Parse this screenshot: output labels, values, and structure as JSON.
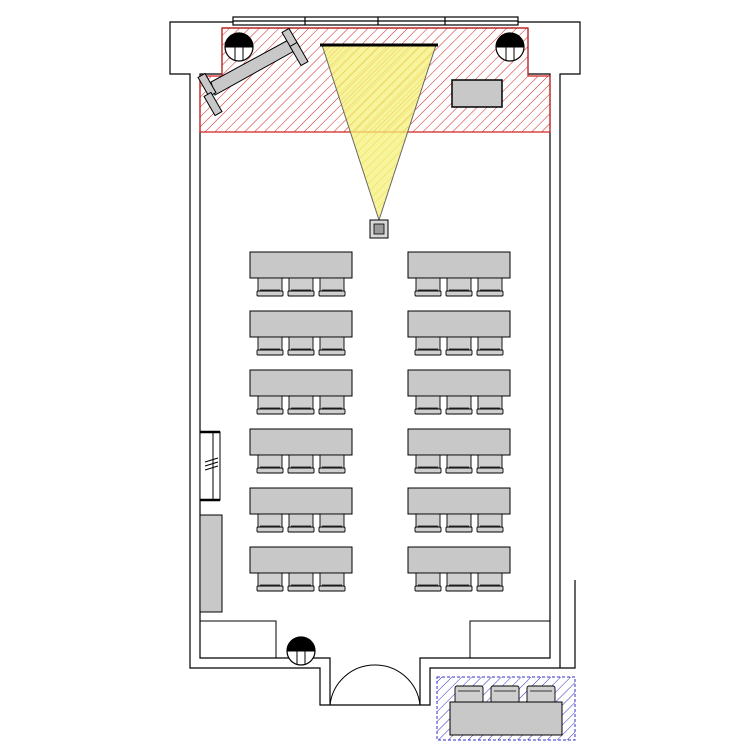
{
  "title": "",
  "colors": {
    "background": "#ffffff",
    "wall": "#000000",
    "furniture_fill": "#c8c8c8",
    "chair_fill": "#cfcfcf",
    "stage_hatch": "#d22020",
    "projection_fill": "#f5f07a",
    "projection_hatch": "#e0d020",
    "lounge_hatch": "#3030c8"
  },
  "icons": {
    "projector": "projector-icon",
    "speaker": "speaker-icon",
    "door": "double-door-icon"
  },
  "layout": {
    "table_rows": 6,
    "table_columns": 2,
    "chairs_per_table": 3,
    "speakers": 3,
    "lounge_chairs": 3
  }
}
